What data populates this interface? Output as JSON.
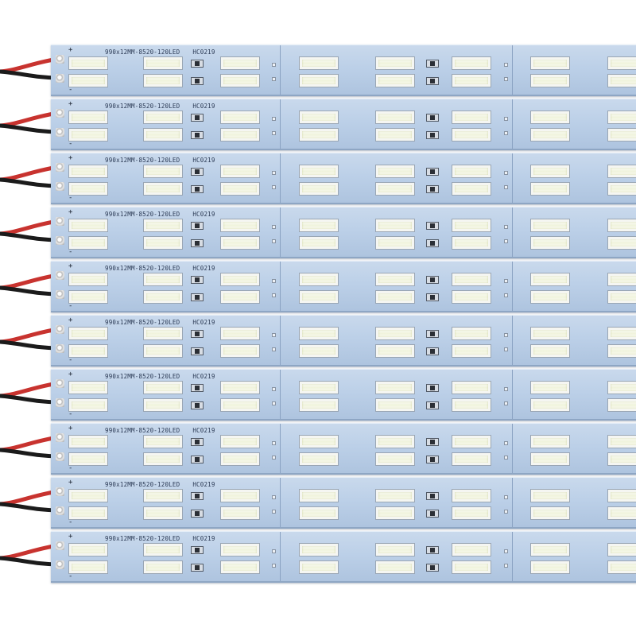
{
  "photo": {
    "subject": "stacked rigid LED bar strips",
    "strip_count": 10,
    "board_label": "990x12MM-8520-120LED",
    "board_code": "HC0219",
    "plus_sign": "+",
    "minus_sign": "-",
    "colors": {
      "background": "#ffffff",
      "pcb": "#bcd0e8",
      "wire_red": "#c8332f",
      "wire_black": "#1b1b1b",
      "led": "#f5f6f2"
    }
  }
}
